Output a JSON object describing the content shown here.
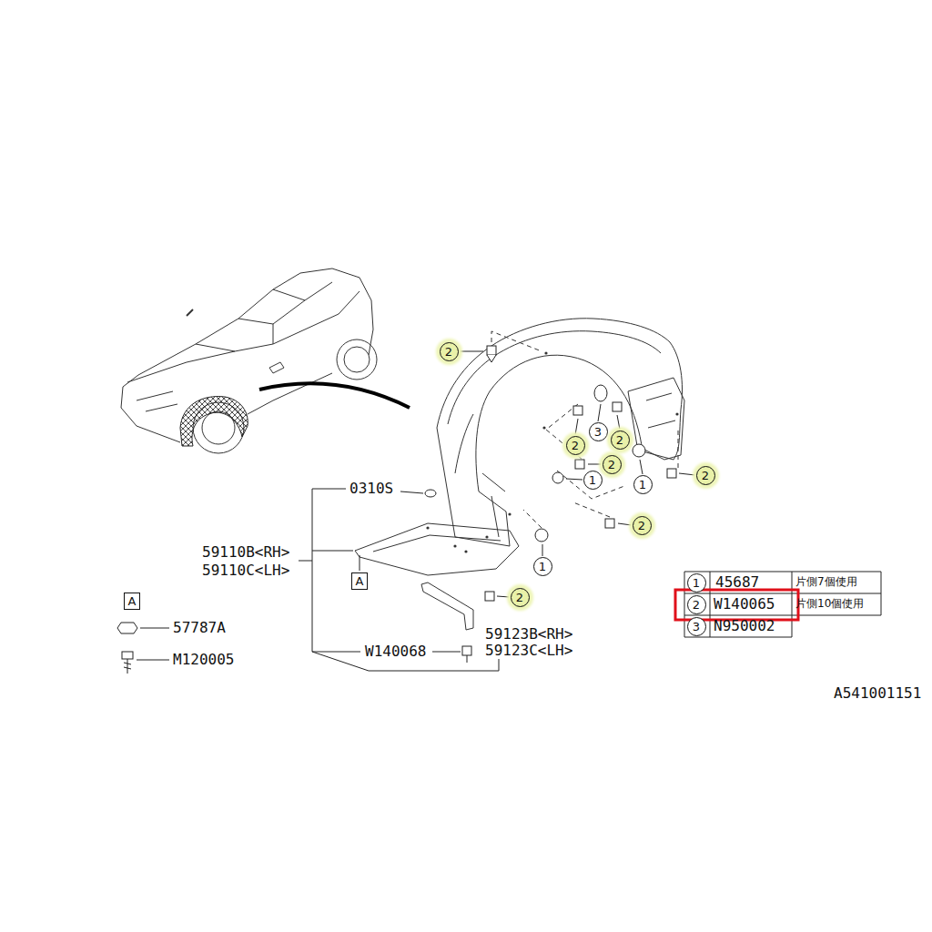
{
  "diagram": {
    "nodes": [
      {
        "text": [
          "2"
        ]
      },
      {
        "text": [
          "3"
        ]
      },
      {
        "text": [
          "2"
        ]
      },
      {
        "text": [
          "2"
        ]
      },
      {
        "text": [
          "2"
        ]
      },
      {
        "text": [
          "2"
        ]
      },
      {
        "text": [
          "1"
        ]
      },
      {
        "text": [
          "1"
        ]
      },
      {
        "text": [
          "2"
        ]
      },
      {
        "text": [
          "1"
        ]
      },
      {
        "text": [
          "A"
        ]
      },
      {
        "text": [
          "2"
        ]
      },
      {
        "text": [
          "A"
        ]
      },
      {
        "text": [
          "1"
        ]
      },
      {
        "text": [
          "2"
        ]
      },
      {
        "text": [
          "3"
        ]
      }
    ],
    "labels": [
      "0310S",
      "59110B<RH>",
      "59110C<LH>",
      "57787A",
      "M120005",
      "W140068",
      "59123B<RH>",
      "59123C<LH>",
      "45687",
      "片側7個使用",
      "W140065",
      "片側10個使用",
      "N950002",
      "A541001151"
    ]
  }
}
